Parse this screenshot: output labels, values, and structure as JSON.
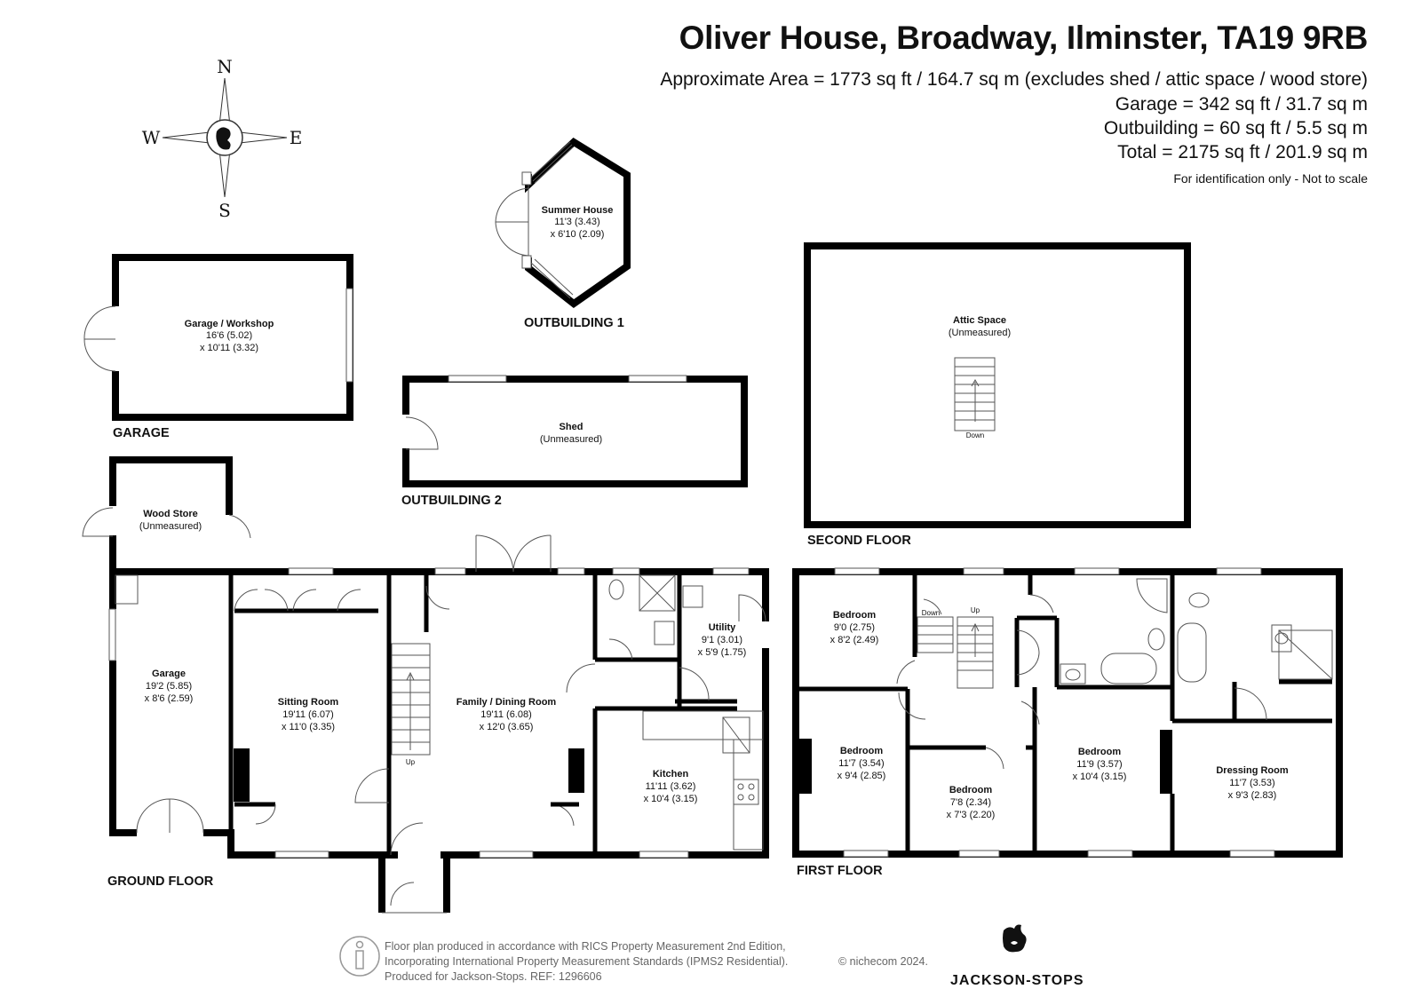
{
  "header": {
    "title": "Oliver House, Broadway, Ilminster, TA19 9RB",
    "area_lines": [
      "Approximate Area = 1773 sq ft / 164.7 sq m (excludes shed / attic space / wood store)",
      "Garage = 342 sq ft / 31.7 sq m",
      "Outbuilding = 60 sq ft / 5.5 sq m",
      "Total = 2175 sq ft / 201.9 sq m"
    ],
    "note": "For identification only - Not to scale"
  },
  "compass": {
    "n": "N",
    "s": "S",
    "e": "E",
    "w": "W"
  },
  "section_labels": {
    "garage": "GARAGE",
    "outbuilding_1": "OUTBUILDING 1",
    "outbuilding_2": "OUTBUILDING 2",
    "second_floor": "SECOND FLOOR",
    "ground_floor": "GROUND FLOOR",
    "first_floor": "FIRST FLOOR"
  },
  "rooms": {
    "summer_house": {
      "name": "Summer House",
      "dim1": "11'3 (3.43)",
      "dim2": "x 6'10 (2.09)"
    },
    "garage_workshop": {
      "name": "Garage / Workshop",
      "dim1": "16'6 (5.02)",
      "dim2": "x 10'11 (3.32)"
    },
    "shed": {
      "name": "Shed",
      "dim1": "(Unmeasured)"
    },
    "attic": {
      "name": "Attic Space",
      "dim1": "(Unmeasured)"
    },
    "wood_store": {
      "name": "Wood Store",
      "dim1": "(Unmeasured)"
    },
    "garage": {
      "name": "Garage",
      "dim1": "19'2 (5.85)",
      "dim2": "x 8'6 (2.59)"
    },
    "sitting_room": {
      "name": "Sitting Room",
      "dim1": "19'11 (6.07)",
      "dim2": "x 11'0 (3.35)"
    },
    "family_dining": {
      "name": "Family / Dining Room",
      "dim1": "19'11 (6.08)",
      "dim2": "x 12'0 (3.65)"
    },
    "utility": {
      "name": "Utility",
      "dim1": "9'1 (3.01)",
      "dim2": "x 5'9 (1.75)"
    },
    "kitchen": {
      "name": "Kitchen",
      "dim1": "11'11 (3.62)",
      "dim2": "x 10'4 (3.15)"
    },
    "bedroom_tl": {
      "name": "Bedroom",
      "dim1": "9'0 (2.75)",
      "dim2": "x 8'2 (2.49)"
    },
    "bedroom_bl": {
      "name": "Bedroom",
      "dim1": "11'7 (3.54)",
      "dim2": "x 9'4 (2.85)"
    },
    "bedroom_small": {
      "name": "Bedroom",
      "dim1": "7'8 (2.34)",
      "dim2": "x 7'3 (2.20)"
    },
    "bedroom_mid": {
      "name": "Bedroom",
      "dim1": "11'9 (3.57)",
      "dim2": "x 10'4 (3.15)"
    },
    "dressing_room": {
      "name": "Dressing Room",
      "dim1": "11'7 (3.53)",
      "dim2": "x 9'3 (2.83)"
    }
  },
  "stairs": {
    "up": "Up",
    "down": "Down"
  },
  "footer": {
    "credit_lines": [
      "Floor plan produced in accordance with RICS Property Measurement 2nd Edition,",
      "Incorporating International Property Measurement Standards (IPMS2 Residential).",
      "Produced for Jackson-Stops.   REF:  1296606"
    ],
    "copyright": "© nichecom 2024.",
    "brand": "JACKSON-STOPS"
  }
}
